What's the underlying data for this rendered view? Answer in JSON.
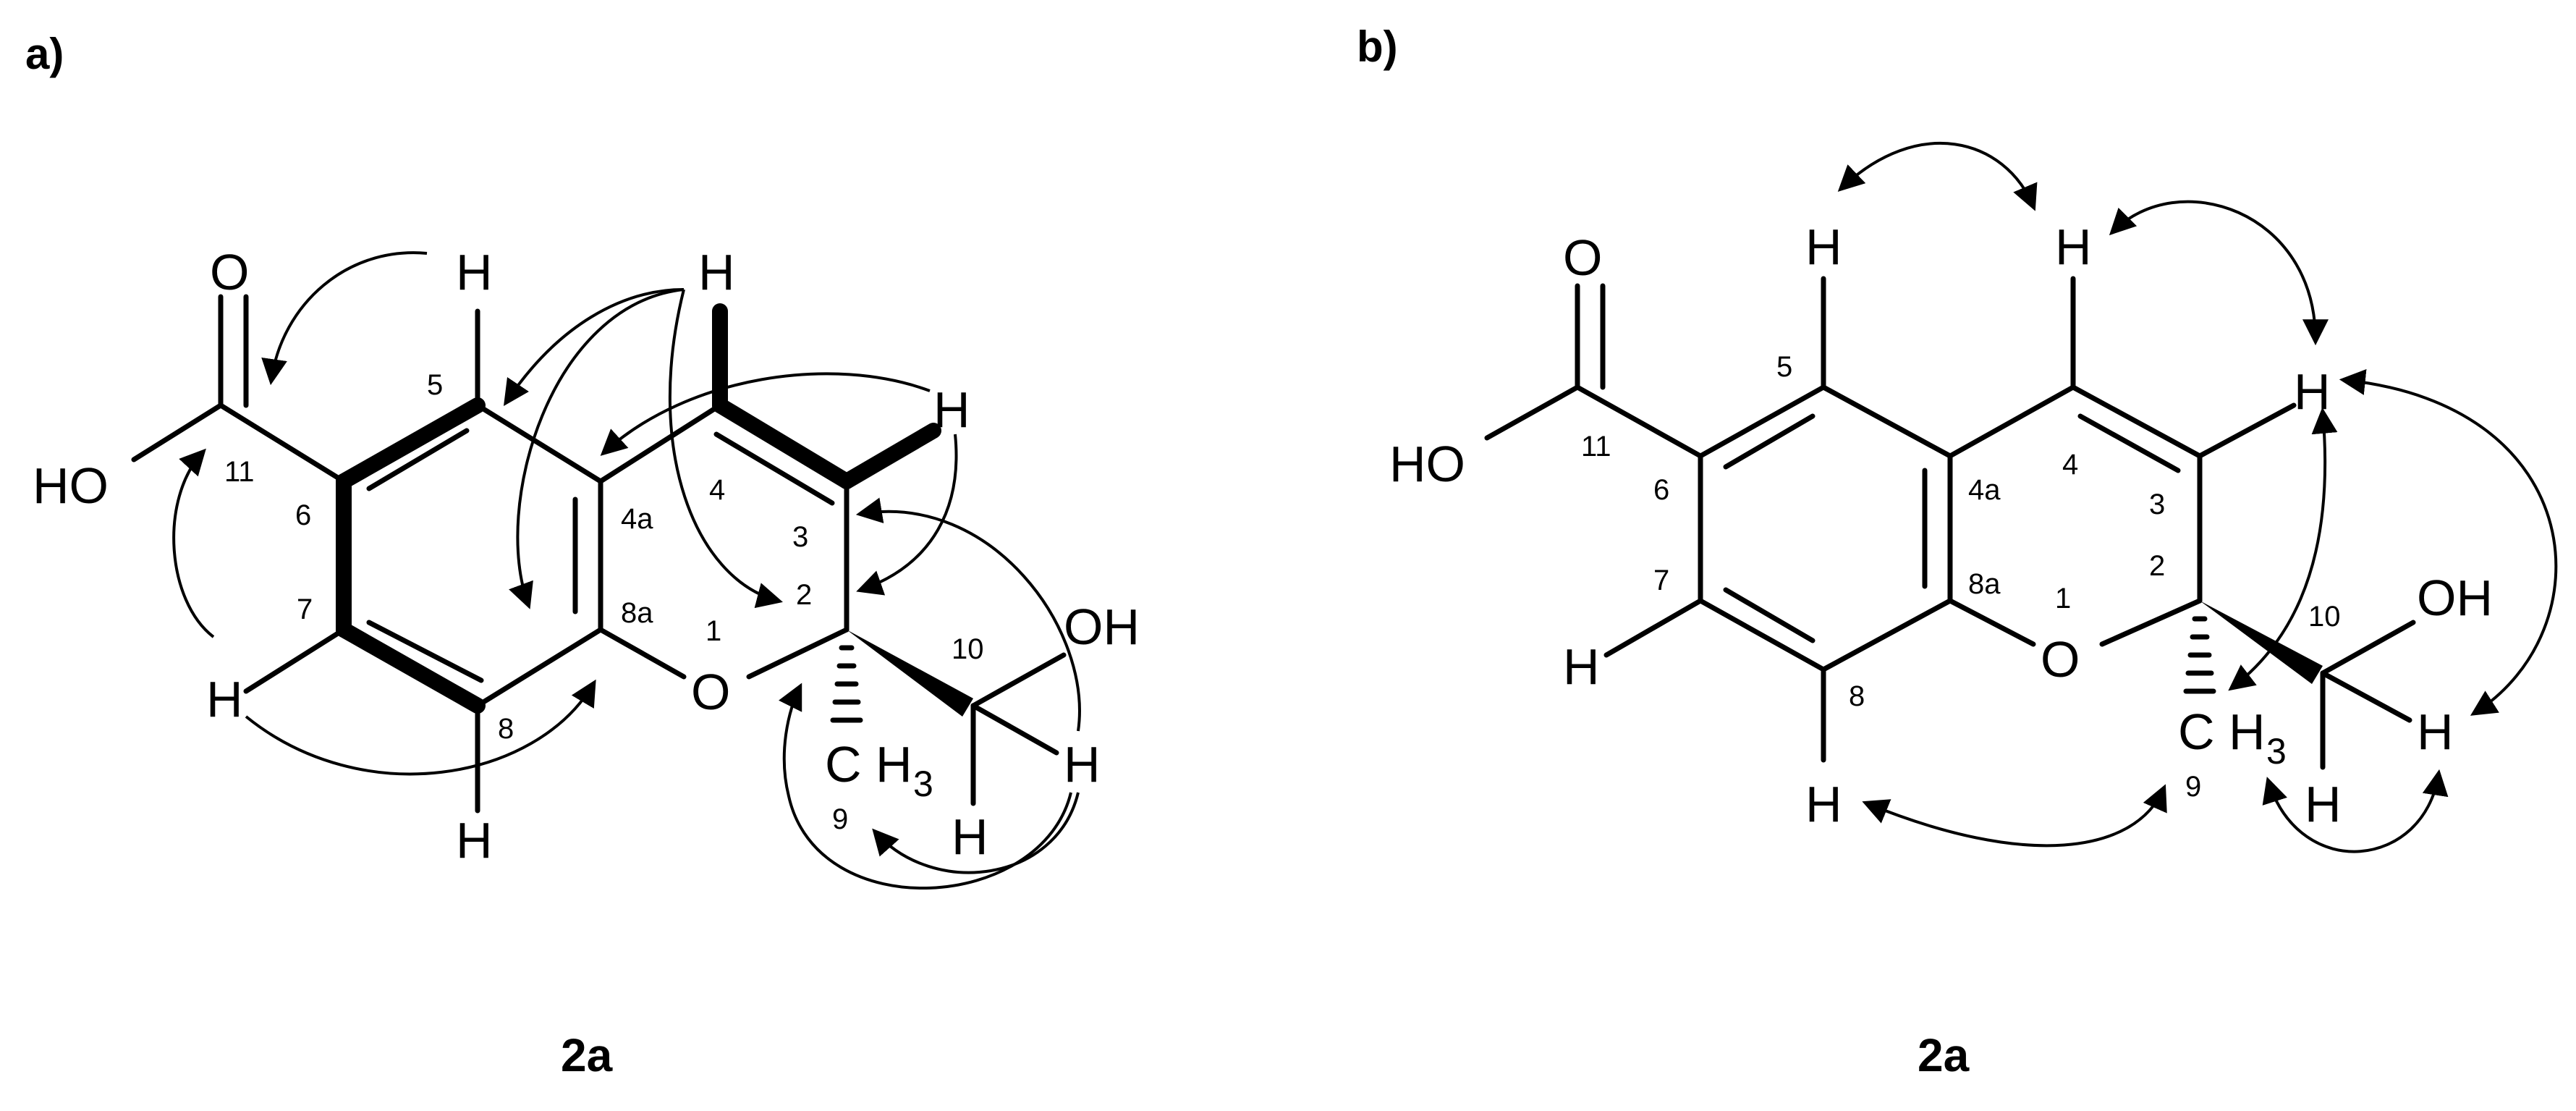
{
  "panels": {
    "a": {
      "label": "a)",
      "compound": "2a",
      "atoms": {
        "O_carbonyl": "O",
        "HO": "HO",
        "H5": "H",
        "H4": "H",
        "H3": "H",
        "OH": "OH",
        "H7": "H",
        "O1": "O",
        "C9": "C",
        "H3_sub": "H",
        "H3_digit": "3",
        "H10a": "H",
        "H10b": "H",
        "H8": "H"
      },
      "numbers": {
        "n11": "11",
        "n6": "6",
        "n7": "7",
        "n5": "5",
        "n4a": "4a",
        "n8a": "8a",
        "n8": "8",
        "n4": "4",
        "n3": "3",
        "n2": "2",
        "n1": "1",
        "n10": "10",
        "n9": "9"
      }
    },
    "b": {
      "label": "b)",
      "compound": "2a",
      "atoms": {
        "O_carbonyl": "O",
        "HO": "HO",
        "H5": "H",
        "H4": "H",
        "H3": "H",
        "OH": "OH",
        "H7": "H",
        "O1": "O",
        "C9": "C",
        "H3_sub": "H",
        "H3_digit": "3",
        "H10a": "H",
        "H10b": "H",
        "H8": "H"
      },
      "numbers": {
        "n11": "11",
        "n6": "6",
        "n7": "7",
        "n5": "5",
        "n4a": "4a",
        "n8a": "8a",
        "n8": "8",
        "n4": "4",
        "n3": "3",
        "n2": "2",
        "n1": "1",
        "n10": "10",
        "n9": "9"
      }
    }
  }
}
